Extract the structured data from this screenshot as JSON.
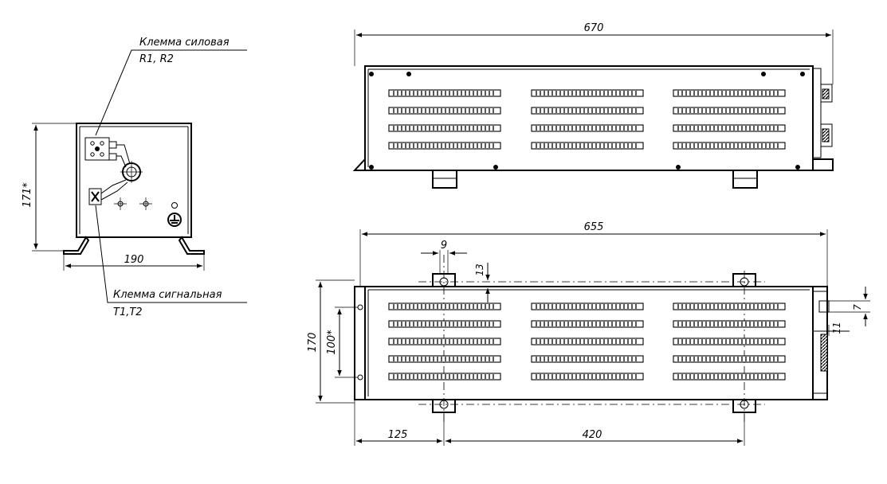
{
  "labels": {
    "power_terminal_title": "Клемма силовая",
    "power_terminal_codes": "R1, R2",
    "signal_terminal_title": "Клемма сигнальная",
    "signal_terminal_codes": "T1,T2"
  },
  "dimensions": {
    "front_height": "171*",
    "front_width": "190",
    "top_overall_length": "670",
    "plan_overall_length": "655",
    "hole_diameter": "9",
    "hole_offset": "13",
    "plan_width": "170",
    "mount_spacing": "100*",
    "end_offset": "125",
    "hole_spacing": "420",
    "terminal_dim_a": "7",
    "terminal_dim_b": "11"
  }
}
